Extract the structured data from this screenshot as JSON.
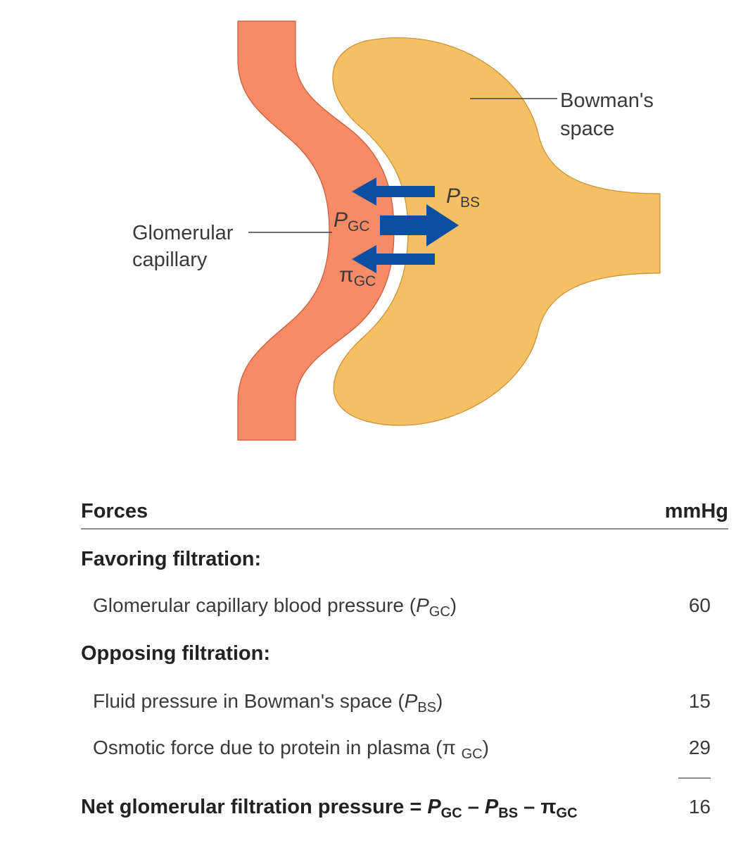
{
  "diagram": {
    "labels": {
      "bowmans_space": [
        "Bowman's",
        "space"
      ],
      "glomerular_capillary": [
        "Glomerular",
        "capillary"
      ]
    },
    "symbols": {
      "p_bs": {
        "main": "P",
        "sub": "BS"
      },
      "p_gc": {
        "main": "P",
        "sub": "GC"
      },
      "pi_gc": {
        "main": "π",
        "sub": "GC"
      }
    },
    "colors": {
      "capillary": "#f98a66",
      "bowmans": "#f5c064",
      "arrow": "#0b4ea2"
    }
  },
  "table": {
    "header": {
      "forces": "Forces",
      "unit": "mmHg"
    },
    "favoring": {
      "title": "Favoring filtration:",
      "items": [
        {
          "text": "Glomerular capillary blood pressure (",
          "sym": "P",
          "sub": "GC",
          "close": ")",
          "value": "60"
        }
      ]
    },
    "opposing": {
      "title": "Opposing filtration:",
      "items": [
        {
          "text": "Fluid pressure in Bowman's space (",
          "sym": "P",
          "sub": "BS",
          "close": ")",
          "value": "15"
        },
        {
          "text": "Osmotic force due to protein in plasma (",
          "sym": "π ",
          "sub": "GC",
          "close": ")",
          "value": "29"
        }
      ]
    },
    "net": {
      "label": "Net glomerular filtration pressure = ",
      "t1": "P",
      "s1": "GC",
      "op1": " – ",
      "t2": "P",
      "s2": "BS",
      "op2": " – ",
      "t3": "π",
      "s3": "GC",
      "value": "16"
    }
  }
}
